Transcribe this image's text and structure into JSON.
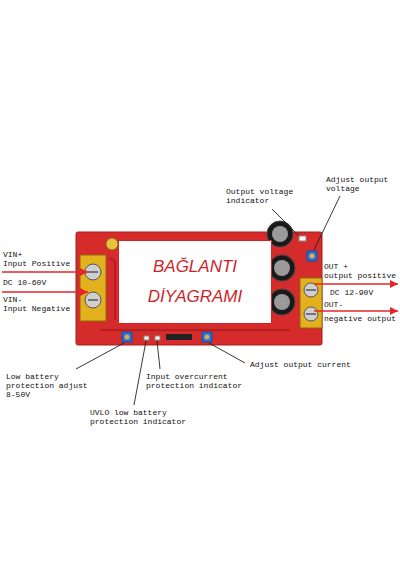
{
  "diagram": {
    "nodes": [
      {
        "text": [
          "BAĞLANTI DİYAGRAMI"
        ]
      }
    ],
    "labels": [
      "VIN+",
      "Input Positive",
      "DC 10-60V",
      "VIN-",
      "Input Negative",
      "Output voltage indicator",
      "Adjust output voltage",
      "OUT +",
      "output positive",
      "DC 12-90V",
      "OUT-",
      "negative output",
      "Low battery protection adjust 8-50V",
      "Input overcurrent protection indicator",
      "Adjust output current",
      "UVLO low battery protection indicator"
    ]
  }
}
